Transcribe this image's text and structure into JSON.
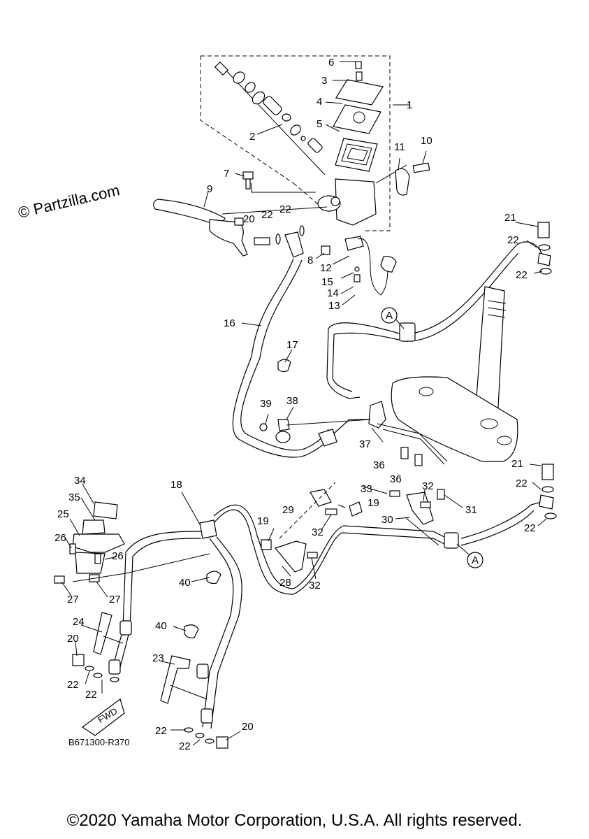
{
  "watermark": "© Partzilla.com",
  "drawing_code": "B671300-R370",
  "fwd_label": "FWD",
  "marker_letter": "A",
  "copyright": "©2020 Yamaha Motor Corporation, U.S.A. All rights reserved.",
  "labels": [
    "1",
    "2",
    "3",
    "4",
    "5",
    "6",
    "7",
    "8",
    "9",
    "10",
    "11",
    "12",
    "13",
    "14",
    "15",
    "16",
    "17",
    "18",
    "19",
    "20",
    "21",
    "22",
    "23",
    "24",
    "25",
    "26",
    "27",
    "28",
    "29",
    "30",
    "31",
    "32",
    "33",
    "34",
    "35",
    "36",
    "37",
    "38",
    "39",
    "40"
  ]
}
